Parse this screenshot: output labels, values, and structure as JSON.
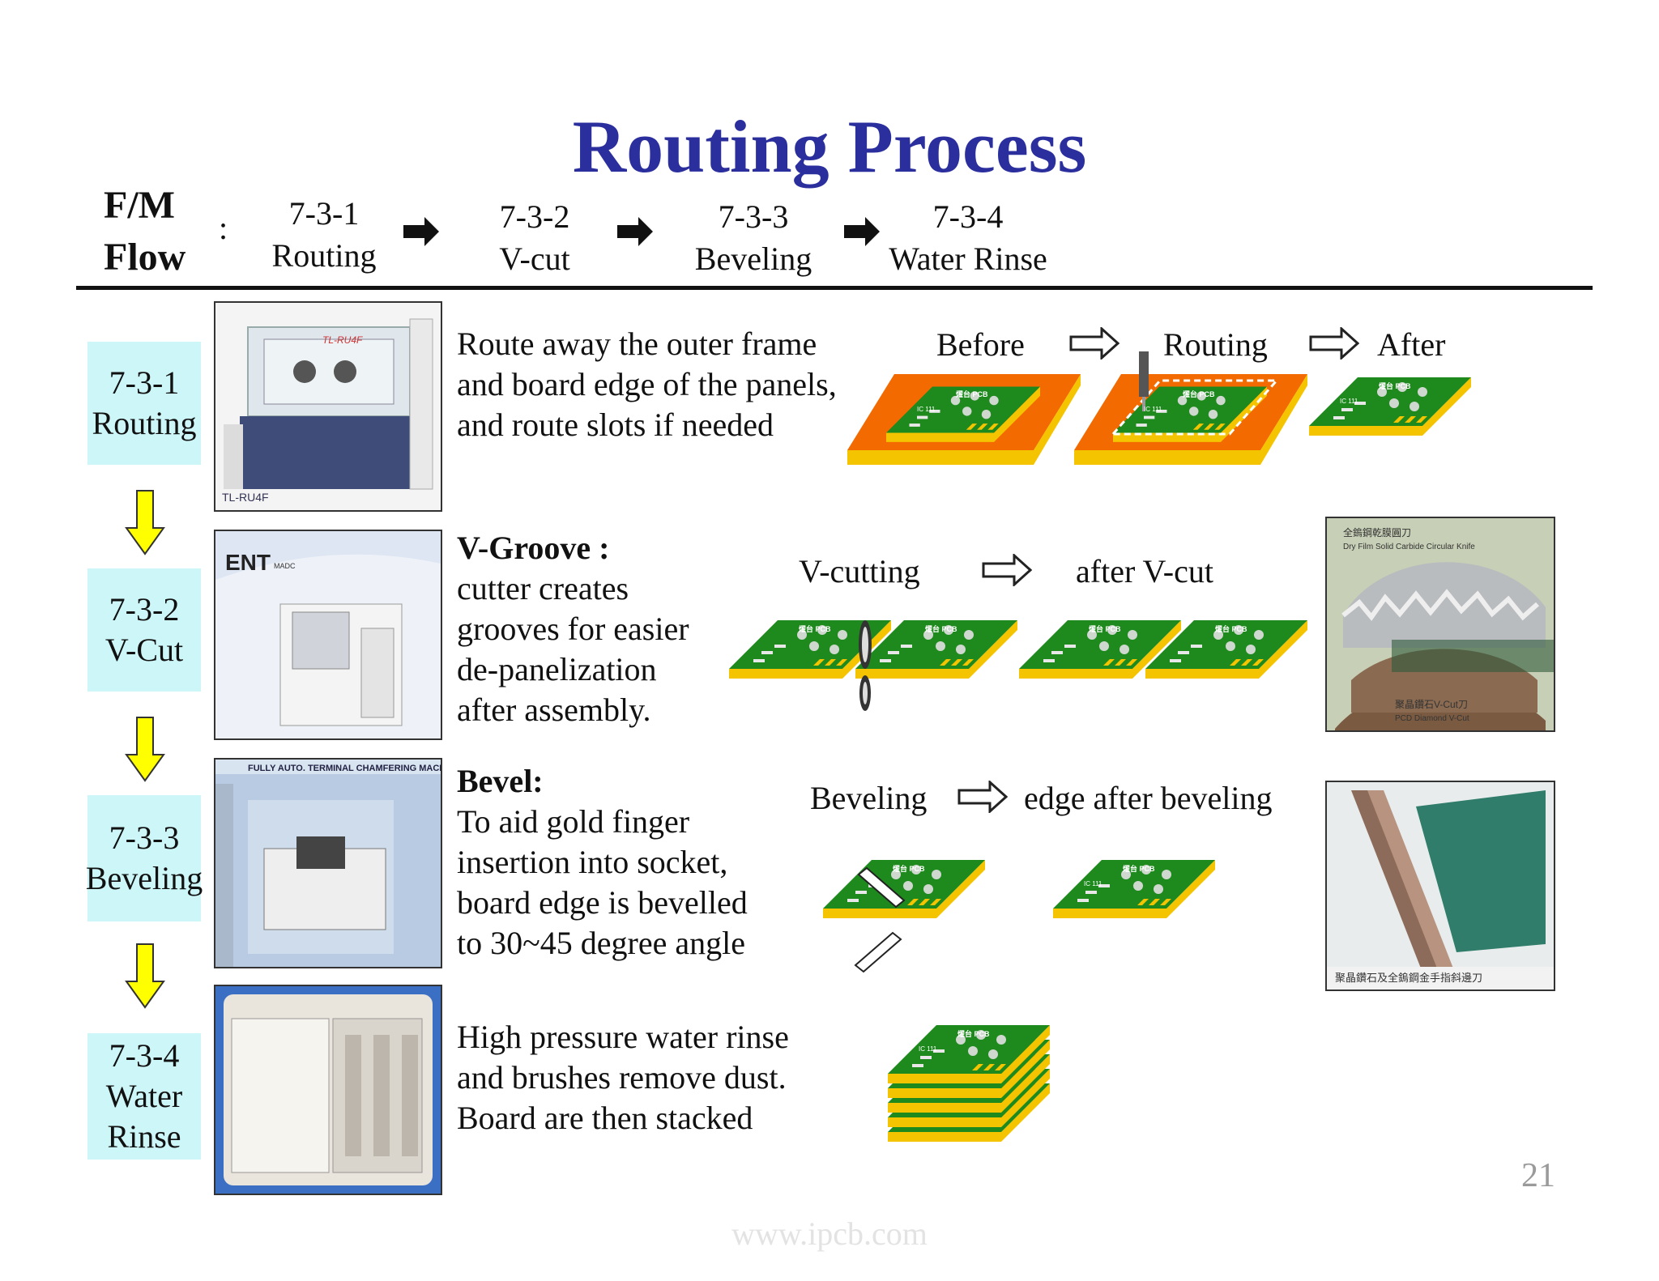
{
  "title": "Routing Process",
  "flow": {
    "label_line1": "F/M",
    "label_line2": "Flow",
    "colon": ":",
    "steps": [
      {
        "code": "7-3-1",
        "name": "Routing"
      },
      {
        "code": "7-3-2",
        "name": "V-cut"
      },
      {
        "code": "7-3-3",
        "name": "Beveling"
      },
      {
        "code": "7-3-4",
        "name": "Water Rinse"
      }
    ]
  },
  "sections": [
    {
      "code": "7-3-1",
      "name": "Routing",
      "photo_caption": "TL-RU4F",
      "photo_header": "TL-RU4F",
      "desc": [
        "Route away the outer frame",
        "and board edge of the panels,",
        "and route slots if needed"
      ],
      "labels": [
        "Before",
        "Routing",
        "After"
      ]
    },
    {
      "code": "7-3-2",
      "name": "V-Cut",
      "photo_brand": "ENT",
      "photo_brand_sub": "MADC",
      "desc_title": "V-Groove :",
      "desc": [
        "cutter creates",
        "grooves for easier",
        "de-panelization",
        "after assembly."
      ],
      "labels": [
        "V-cutting",
        "after V-cut"
      ],
      "knife_top": "全鎢鋼乾膜圓刀",
      "knife_top_en": "Dry Film Solid Carbide Circular Knife",
      "knife_bottom": "聚晶鑽石V-Cut刀",
      "knife_bottom_en": "PCD Diamond V-Cut"
    },
    {
      "code": "7-3-3",
      "name": "Beveling",
      "photo_header": "FULLY AUTO. TERMINAL CHAMFERING MACHINE",
      "desc_title": "Bevel:",
      "desc": [
        "To aid gold finger",
        "insertion into socket,",
        "board edge is bevelled",
        "to 30~45 degree angle"
      ],
      "labels": [
        "Beveling",
        "edge after beveling"
      ],
      "edge_caption": "聚晶鑽石及全鎢鋼金手指斜邊刀"
    },
    {
      "code": "7-3-4",
      "name_line1": "Water",
      "name_line2": "Rinse",
      "desc": [
        "High pressure water rinse",
        "and brushes remove dust.",
        "Board are then stacked"
      ]
    }
  ],
  "board_labels": {
    "brand": "燿台 PCB",
    "ic": "IC 111"
  },
  "page_number": "21",
  "watermark": "www.ipcb.com",
  "colors": {
    "title": "#2b2f9e",
    "step_box": "#cdf6f8",
    "board_green": "#1e8a1e",
    "board_gold": "#f5c400",
    "frame_orange": "#f26a00",
    "arrow_yellow": "#ffff00"
  }
}
